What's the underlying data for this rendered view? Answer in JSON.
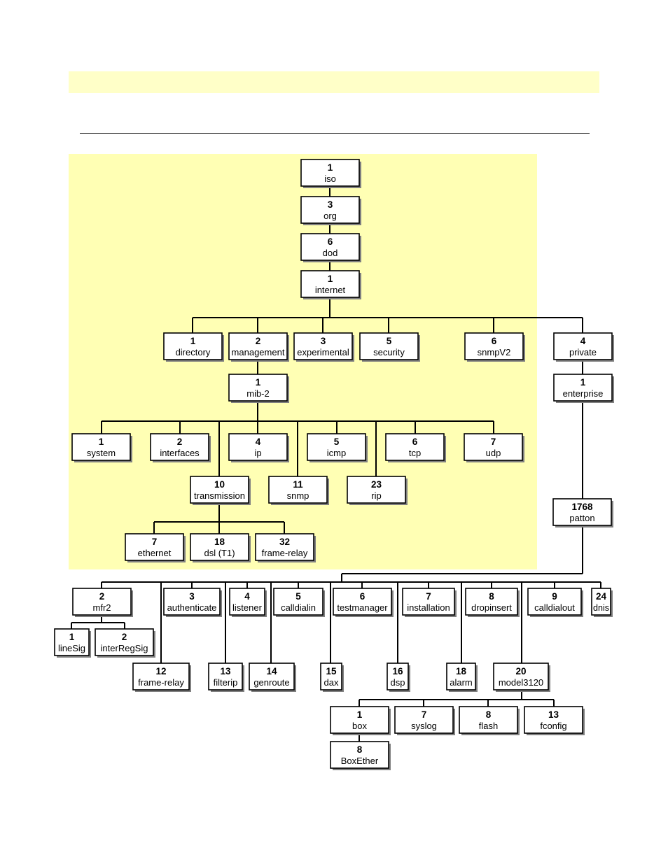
{
  "diagram": {
    "colors": {
      "highlight": "#ffffb4",
      "box_fill": "#ffffff",
      "line": "#000000",
      "shadow": "#808080"
    },
    "nodes": [
      {
        "id": "iso",
        "num": "1",
        "label": "iso"
      },
      {
        "id": "org",
        "num": "3",
        "label": "org"
      },
      {
        "id": "dod",
        "num": "6",
        "label": "dod"
      },
      {
        "id": "internet",
        "num": "1",
        "label": "internet"
      },
      {
        "id": "directory",
        "num": "1",
        "label": "directory"
      },
      {
        "id": "management",
        "num": "2",
        "label": "management"
      },
      {
        "id": "experimental",
        "num": "3",
        "label": "experimental"
      },
      {
        "id": "security",
        "num": "5",
        "label": "security"
      },
      {
        "id": "snmpV2",
        "num": "6",
        "label": "snmpV2"
      },
      {
        "id": "private",
        "num": "4",
        "label": "private"
      },
      {
        "id": "mib-2",
        "num": "1",
        "label": "mib-2"
      },
      {
        "id": "enterprise",
        "num": "1",
        "label": "enterprise"
      },
      {
        "id": "system",
        "num": "1",
        "label": "system"
      },
      {
        "id": "interfaces",
        "num": "2",
        "label": "interfaces"
      },
      {
        "id": "ip",
        "num": "4",
        "label": "ip"
      },
      {
        "id": "icmp",
        "num": "5",
        "label": "icmp"
      },
      {
        "id": "tcp",
        "num": "6",
        "label": "tcp"
      },
      {
        "id": "udp",
        "num": "7",
        "label": "udp"
      },
      {
        "id": "transmission",
        "num": "10",
        "label": "transmission"
      },
      {
        "id": "snmp",
        "num": "11",
        "label": "snmp"
      },
      {
        "id": "rip",
        "num": "23",
        "label": "rip"
      },
      {
        "id": "ethernet",
        "num": "7",
        "label": "ethernet"
      },
      {
        "id": "dsl",
        "num": "18",
        "label": "dsl (T1)"
      },
      {
        "id": "frame-relay-mib",
        "num": "32",
        "label": "frame-relay"
      },
      {
        "id": "patton",
        "num": "1768",
        "label": "patton"
      },
      {
        "id": "mfr2",
        "num": "2",
        "label": "mfr2"
      },
      {
        "id": "authenticate",
        "num": "3",
        "label": "authenticate"
      },
      {
        "id": "listener",
        "num": "4",
        "label": "listener"
      },
      {
        "id": "calldialin",
        "num": "5",
        "label": "calldialin"
      },
      {
        "id": "testmanager",
        "num": "6",
        "label": "testmanager"
      },
      {
        "id": "installation",
        "num": "7",
        "label": "installation"
      },
      {
        "id": "dropinsert",
        "num": "8",
        "label": "dropinsert"
      },
      {
        "id": "calldialout",
        "num": "9",
        "label": "calldialout"
      },
      {
        "id": "dnis",
        "num": "24",
        "label": "dnis"
      },
      {
        "id": "lineSig",
        "num": "1",
        "label": "lineSig"
      },
      {
        "id": "interRegSig",
        "num": "2",
        "label": "interRegSig"
      },
      {
        "id": "frame-relay-patton",
        "num": "12",
        "label": "frame-relay"
      },
      {
        "id": "filterip",
        "num": "13",
        "label": "filterip"
      },
      {
        "id": "genroute",
        "num": "14",
        "label": "genroute"
      },
      {
        "id": "dax",
        "num": "15",
        "label": "dax"
      },
      {
        "id": "dsp",
        "num": "16",
        "label": "dsp"
      },
      {
        "id": "alarm",
        "num": "18",
        "label": "alarm"
      },
      {
        "id": "model3120",
        "num": "20",
        "label": "model3120"
      },
      {
        "id": "box",
        "num": "1",
        "label": "box"
      },
      {
        "id": "syslog",
        "num": "7",
        "label": "syslog"
      },
      {
        "id": "flash",
        "num": "8",
        "label": "flash"
      },
      {
        "id": "fconfig",
        "num": "13",
        "label": "fconfig"
      },
      {
        "id": "BoxEther",
        "num": "8",
        "label": "BoxEther"
      }
    ]
  }
}
